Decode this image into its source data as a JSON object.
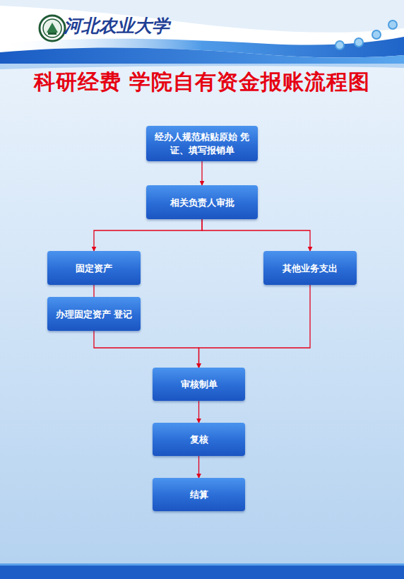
{
  "diagram": {
    "title": "科研经费 学院自有资金报账流程图",
    "nodes": [
      {
        "text": [
          "经办人规范粘贴原始 凭证、填写报销单"
        ]
      },
      {
        "text": [
          "相关负责人审批"
        ]
      },
      {
        "text": [
          "固定资产"
        ]
      },
      {
        "text": [
          "其他业务支出"
        ]
      },
      {
        "text": [
          "办理固定资产 登记"
        ]
      },
      {
        "text": [
          "审核制单"
        ]
      },
      {
        "text": [
          "复核"
        ]
      },
      {
        "text": [
          "结算"
        ]
      }
    ],
    "edges": [
      {
        "from": 0,
        "to": 1,
        "arrow": "to"
      },
      {
        "from": 1,
        "to": 2,
        "arrow": "to"
      },
      {
        "from": 1,
        "to": 3,
        "arrow": "to"
      },
      {
        "from": 2,
        "to": 4,
        "arrow": "none"
      },
      {
        "from": 4,
        "to": 5,
        "arrow": "to"
      },
      {
        "from": 3,
        "to": 5,
        "arrow": "to"
      },
      {
        "from": 5,
        "to": 6,
        "arrow": "to"
      },
      {
        "from": 6,
        "to": 7,
        "arrow": "to"
      }
    ],
    "labels": [
      "河北农业大学"
    ]
  }
}
